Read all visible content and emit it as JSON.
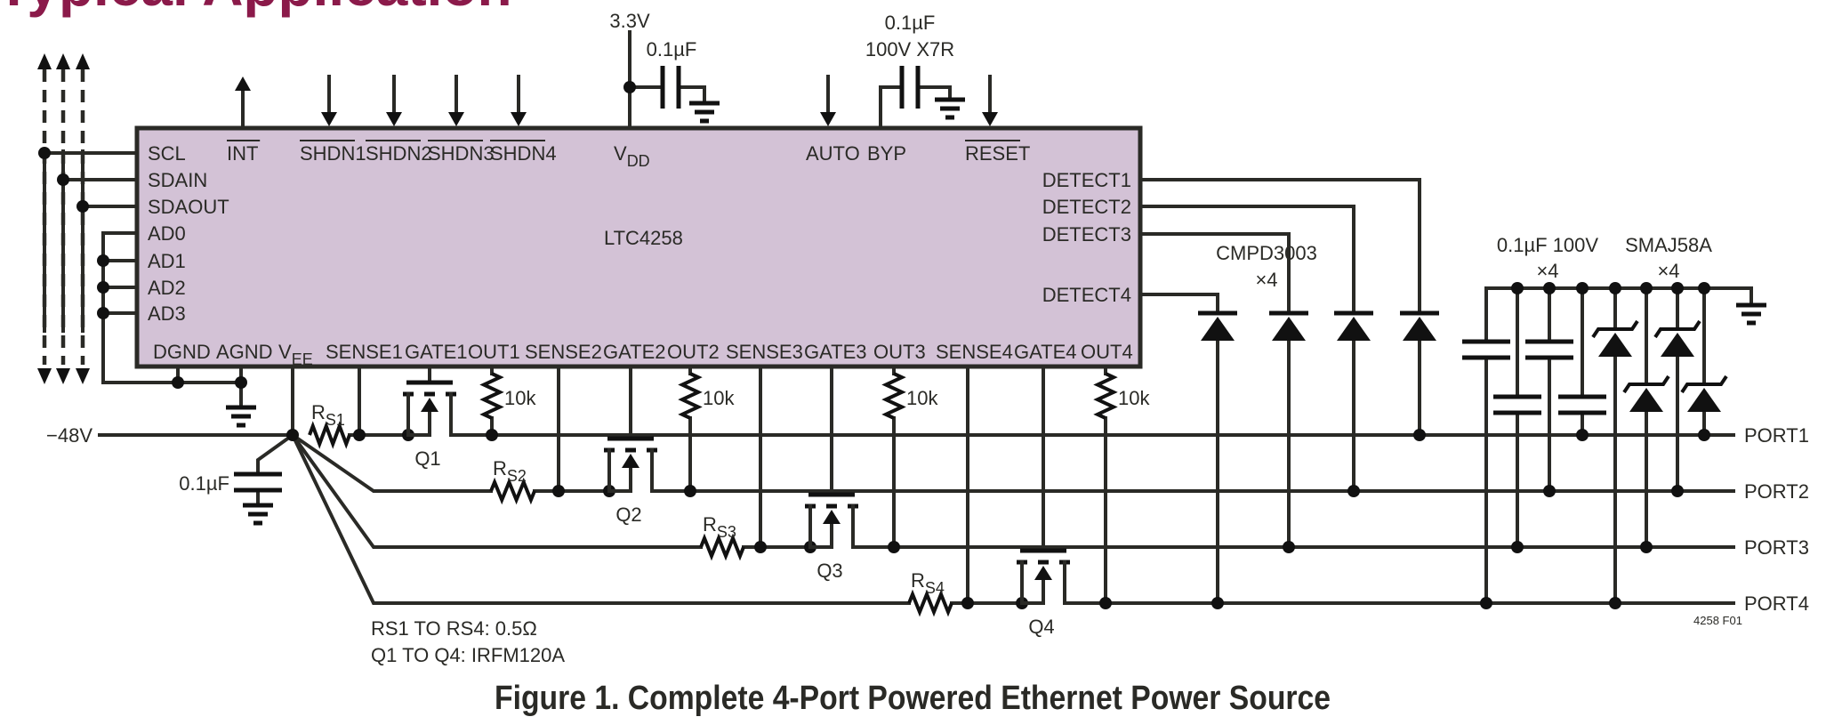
{
  "page": {
    "heading_fragment": "Typical Application",
    "heading_color": "#8b1a4a",
    "chip_fill_color": "#d3c2d6",
    "wire_color": "#2a2a26"
  },
  "chip": {
    "name": "LTC4258",
    "left_pins": [
      "SCL",
      "SDAIN",
      "SDAOUT",
      "AD0",
      "AD1",
      "AD2",
      "AD3"
    ],
    "top_pins": [
      {
        "id": "int",
        "label": "INT",
        "overbar": true,
        "direction": "out"
      },
      {
        "id": "shdn1",
        "label": "SHDN1",
        "overbar": true,
        "direction": "in"
      },
      {
        "id": "shdn2",
        "label": "SHDN2",
        "overbar": true,
        "direction": "in"
      },
      {
        "id": "shdn3",
        "label": "SHDN3",
        "overbar": true,
        "direction": "in"
      },
      {
        "id": "shdn4",
        "label": "SHDN4",
        "overbar": true,
        "direction": "in"
      },
      {
        "id": "vdd",
        "label": "V",
        "sub": "DD",
        "overbar": false,
        "direction": "supply"
      },
      {
        "id": "auto",
        "label": "AUTO",
        "overbar": false,
        "direction": "in"
      },
      {
        "id": "byp",
        "label": "BYP",
        "overbar": false,
        "direction": "cap"
      },
      {
        "id": "reset",
        "label": "RESET",
        "overbar": true,
        "direction": "in"
      }
    ],
    "right_pins": [
      "DETECT1",
      "DETECT2",
      "DETECT3",
      "DETECT4"
    ],
    "bottom_pins": [
      {
        "label": "DGND"
      },
      {
        "label": "AGND"
      },
      {
        "label": "V",
        "sub": "EE"
      },
      {
        "label": "SENSE1"
      },
      {
        "label": "GATE1"
      },
      {
        "label": "OUT1"
      },
      {
        "label": "SENSE2"
      },
      {
        "label": "GATE2"
      },
      {
        "label": "OUT2"
      },
      {
        "label": "SENSE3"
      },
      {
        "label": "GATE3"
      },
      {
        "label": "OUT3"
      },
      {
        "label": "SENSE4"
      },
      {
        "label": "GATE4"
      },
      {
        "label": "OUT4"
      }
    ]
  },
  "supply": {
    "vdd_voltage": "3.3V",
    "vdd_cap": "0.1µF",
    "byp_cap_value": "0.1µF",
    "byp_cap_rating": "100V X7R",
    "input_voltage": "−48V",
    "input_cap": "0.1µF"
  },
  "channels": [
    {
      "port": "PORT1",
      "sense_resistor": "R",
      "sense_sub": "S1",
      "mosfet": "Q1",
      "pullup": "10k"
    },
    {
      "port": "PORT2",
      "sense_resistor": "R",
      "sense_sub": "S2",
      "mosfet": "Q2",
      "pullup": "10k"
    },
    {
      "port": "PORT3",
      "sense_resistor": "R",
      "sense_sub": "S3",
      "mosfet": "Q3",
      "pullup": "10k"
    },
    {
      "port": "PORT4",
      "sense_resistor": "R",
      "sense_sub": "S4",
      "mosfet": "Q4",
      "pullup": "10k"
    }
  ],
  "detect_diodes": {
    "part": "CMPD3003",
    "qty": "×4"
  },
  "port_caps": {
    "value": "0.1µF 100V",
    "qty": "×4"
  },
  "tvs": {
    "part": "SMAJ58A",
    "qty": "×4"
  },
  "notes": [
    "RS1 TO RS4: 0.5Ω",
    "Q1 TO Q4: IRFM120A"
  ],
  "figure_code": "4258 F01",
  "caption": "Figure 1. Complete 4-Port Powered Ethernet Power Source"
}
